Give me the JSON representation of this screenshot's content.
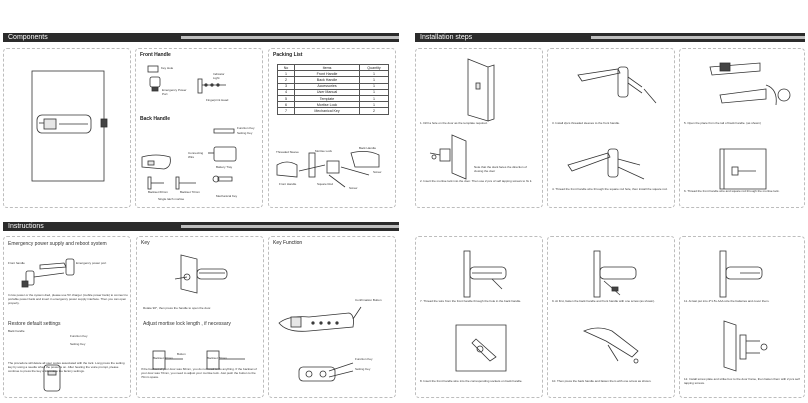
{
  "sections": {
    "components": "Components",
    "installation": "Installation steps",
    "instructions": "Instructions"
  },
  "front_handle": {
    "title": "Front Handle",
    "labels": [
      "Key Hole",
      "Emergency Power Port",
      "Indicator Light",
      "Fingerprint Head"
    ]
  },
  "back_handle": {
    "title": "Back Handle",
    "labels": [
      "Function Key",
      "Setting Key",
      "Connecting Wire",
      "Battery Tray"
    ],
    "backset60": "Backset 60mm",
    "backset70": "Backset 70mm",
    "single_latch": "Single latch mortise",
    "mechanical_key": "Mechanical Key"
  },
  "packing": {
    "title": "Packing List",
    "headers": [
      "No",
      "Items",
      "Quantity"
    ],
    "rows": [
      [
        "1",
        "Front Handle",
        "1"
      ],
      [
        "2",
        "Back Handle",
        "1"
      ],
      [
        "3",
        "Accessories",
        "1"
      ],
      [
        "4",
        "User Manual",
        "1"
      ],
      [
        "5",
        "Template",
        "1"
      ],
      [
        "6",
        "Mortise Lock",
        "1"
      ],
      [
        "7",
        "Mechanical Key",
        "2"
      ]
    ],
    "labels": [
      "Threaded Sleeve",
      "Mortise Lock",
      "Back Handle",
      "Screw",
      "Square Rod",
      "Screw",
      "Front Handle"
    ]
  },
  "steps": [
    {
      "text": "1. Drill a hole on the door as the template required."
    },
    {
      "text": "2. Insert the mortise lock into the door. Then use 2 pcs of self tapping screws to fix it.",
      "note": "Note that the slant faces the direction of closing the door"
    },
    {
      "text": "3. Install 2pcs threaded sleeves to the front handle."
    },
    {
      "text": "4. Thread the front handle wire through the square rod hole, then install the square rod."
    },
    {
      "text": "5. Open the place from the tail of back handle. (as shown)"
    },
    {
      "text": "6. Thread the front handle wire and square rod through the mortise lock."
    },
    {
      "text": "7. Thread the wire from the front handle through the hole in the back handle."
    },
    {
      "text": "8. Insert the front handle wire into the corresponding sockets on back handle."
    },
    {
      "text": "9. At first, fasten the back handle and front handle with one screw (as shown)."
    },
    {
      "text": "10. Then press the back handle and fasten them with one screw as shown."
    },
    {
      "text": "11. At last put into 4*1.5v AAA size the batteries and cover them."
    },
    {
      "text": "12. Install screw plate and strike box to the door frame, then fasten them with 2 pcs self tapping screws."
    }
  ],
  "emergency": {
    "title": "Emergency power supply and reboot system",
    "label_handle": "Front handle",
    "label_port": "Emergency power port",
    "body": "In low power or the system died, please use 5V charger (mobile power bank) to connect to portable power bank and insert in emergency power supply interface. Then you can open properly."
  },
  "restore": {
    "title": "Restore default settings",
    "label_handle": "Back handle",
    "label_fn": "Function Key",
    "label_set": "Setting Key",
    "body": "The procedure will delete all user codes associated with the lock. Long press the setting key by using a needle when the power is on. After hearing the voice prompt, please continue to press the key until restore the factory settings."
  },
  "key": {
    "title": "Key",
    "rotate_text": "Rotate 90°, then press the handle to open the door."
  },
  "mortise": {
    "title": "Adjust mortise lock length , if necessary",
    "button": "Button",
    "backset60": "Backset 60mm",
    "backset70": "Backset 70mm",
    "body": "If the backset of your door was 60mm, you do not need to do anything. If the backset of your door was 70mm, you need to adjust your mortise lock. Just push the button to the 70mm space."
  },
  "keyfunction": {
    "title": "Key Function",
    "confirm": "Confirmation Button",
    "fn": "Function Key",
    "set": "Setting Key"
  }
}
